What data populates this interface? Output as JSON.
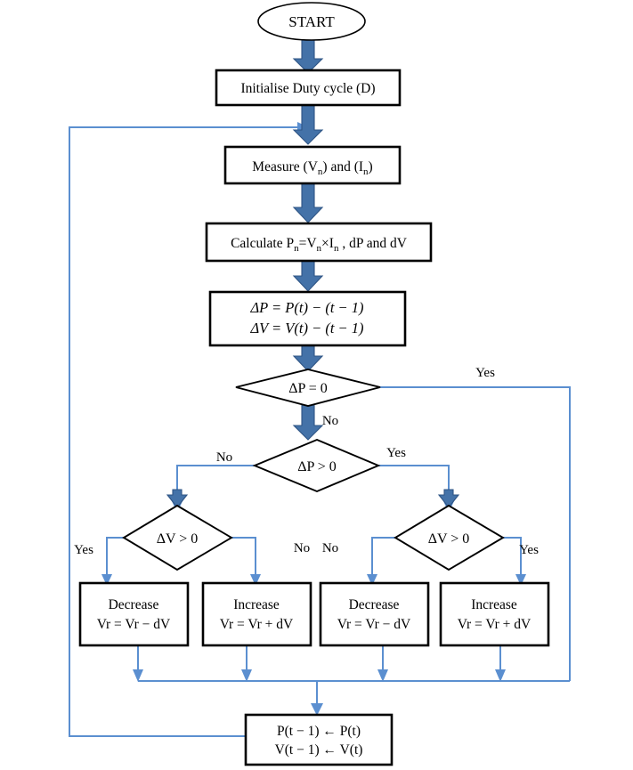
{
  "chart_data": {
    "type": "flowchart",
    "title": "Perturb and Observe MPPT algorithm flowchart",
    "nodes": [
      {
        "id": "start",
        "shape": "ellipse",
        "text": "START"
      },
      {
        "id": "init",
        "shape": "process",
        "text": "Initialise Duty cycle (D)"
      },
      {
        "id": "measure",
        "shape": "process",
        "text": "Measure (Vn) and (In)"
      },
      {
        "id": "calc",
        "shape": "process",
        "text": "Calculate Pn=Vn×In , dP and dV"
      },
      {
        "id": "delta",
        "shape": "process",
        "line1": "ΔP = P(t) − (t − 1)",
        "line2": "ΔV = V(t)  − (t − 1)"
      },
      {
        "id": "dp_eq0",
        "shape": "decision",
        "text": "ΔP = 0"
      },
      {
        "id": "dp_gt0",
        "shape": "decision",
        "text": "ΔP > 0"
      },
      {
        "id": "dv_left",
        "shape": "decision",
        "text": "ΔV > 0"
      },
      {
        "id": "dv_right",
        "shape": "decision",
        "text": "ΔV > 0"
      },
      {
        "id": "act1",
        "shape": "process",
        "line1": "Decrease",
        "line2": "Vr = Vr − dV"
      },
      {
        "id": "act2",
        "shape": "process",
        "line1": "Increase",
        "line2": "Vr = Vr + dV"
      },
      {
        "id": "act3",
        "shape": "process",
        "line1": "Decrease",
        "line2": "Vr = Vr − dV"
      },
      {
        "id": "act4",
        "shape": "process",
        "line1": "Increase",
        "line2": "Vr = Vr + dV"
      },
      {
        "id": "update",
        "shape": "process",
        "line1": "P(t − 1) ← P(t)",
        "line2": "V(t − 1) ← V(t)"
      }
    ],
    "edge_labels": [
      "Yes",
      "No",
      "No",
      "Yes",
      "Yes",
      "No",
      "No",
      "Yes"
    ],
    "colors": {
      "connector": "#5B8FD0",
      "fat_arrow": "#4472A8",
      "node_border": "#000000",
      "background": "#ffffff"
    }
  },
  "nodes": {
    "start": {
      "label": "START"
    },
    "init": {
      "label": "Initialise Duty cycle (D)"
    },
    "measure": {
      "pre": "Measure (V",
      "sub1": "n",
      "mid": ") and (I",
      "sub2": "n",
      "post": ")"
    },
    "calc": {
      "pre": "Calculate P",
      "sub1": "n",
      "mid": "=V",
      "sub2": "n",
      "mid2": "×I",
      "sub3": "n",
      "post": " , dP and dV"
    },
    "delta": {
      "line1": "ΔP = P(t) − (t − 1)",
      "line2": "ΔV = V(t)  − (t − 1)"
    },
    "dp_eq0": {
      "label": "ΔP = 0"
    },
    "dp_gt0": {
      "label": "ΔP > 0"
    },
    "dv_left": {
      "label": "ΔV > 0"
    },
    "dv_right": {
      "label": "ΔV > 0"
    },
    "act1": {
      "line1": "Decrease",
      "line2": "Vr = Vr − dV"
    },
    "act2": {
      "line1": "Increase",
      "line2": "Vr = Vr + dV"
    },
    "act3": {
      "line1": "Decrease",
      "line2": "Vr = Vr − dV"
    },
    "act4": {
      "line1": "Increase",
      "line2": "Vr = Vr + dV"
    },
    "update": {
      "line1": "P(t − 1) ← P(t)",
      "line2": "V(t − 1) ← V(t)"
    }
  },
  "labels": {
    "dp_eq0_yes": "Yes",
    "dp_eq0_no": "No",
    "dp_gt0_no": "No",
    "dp_gt0_yes": "Yes",
    "dv_left_yes": "Yes",
    "dv_left_no": "No",
    "dv_right_no": "No",
    "dv_right_yes": "Yes"
  }
}
